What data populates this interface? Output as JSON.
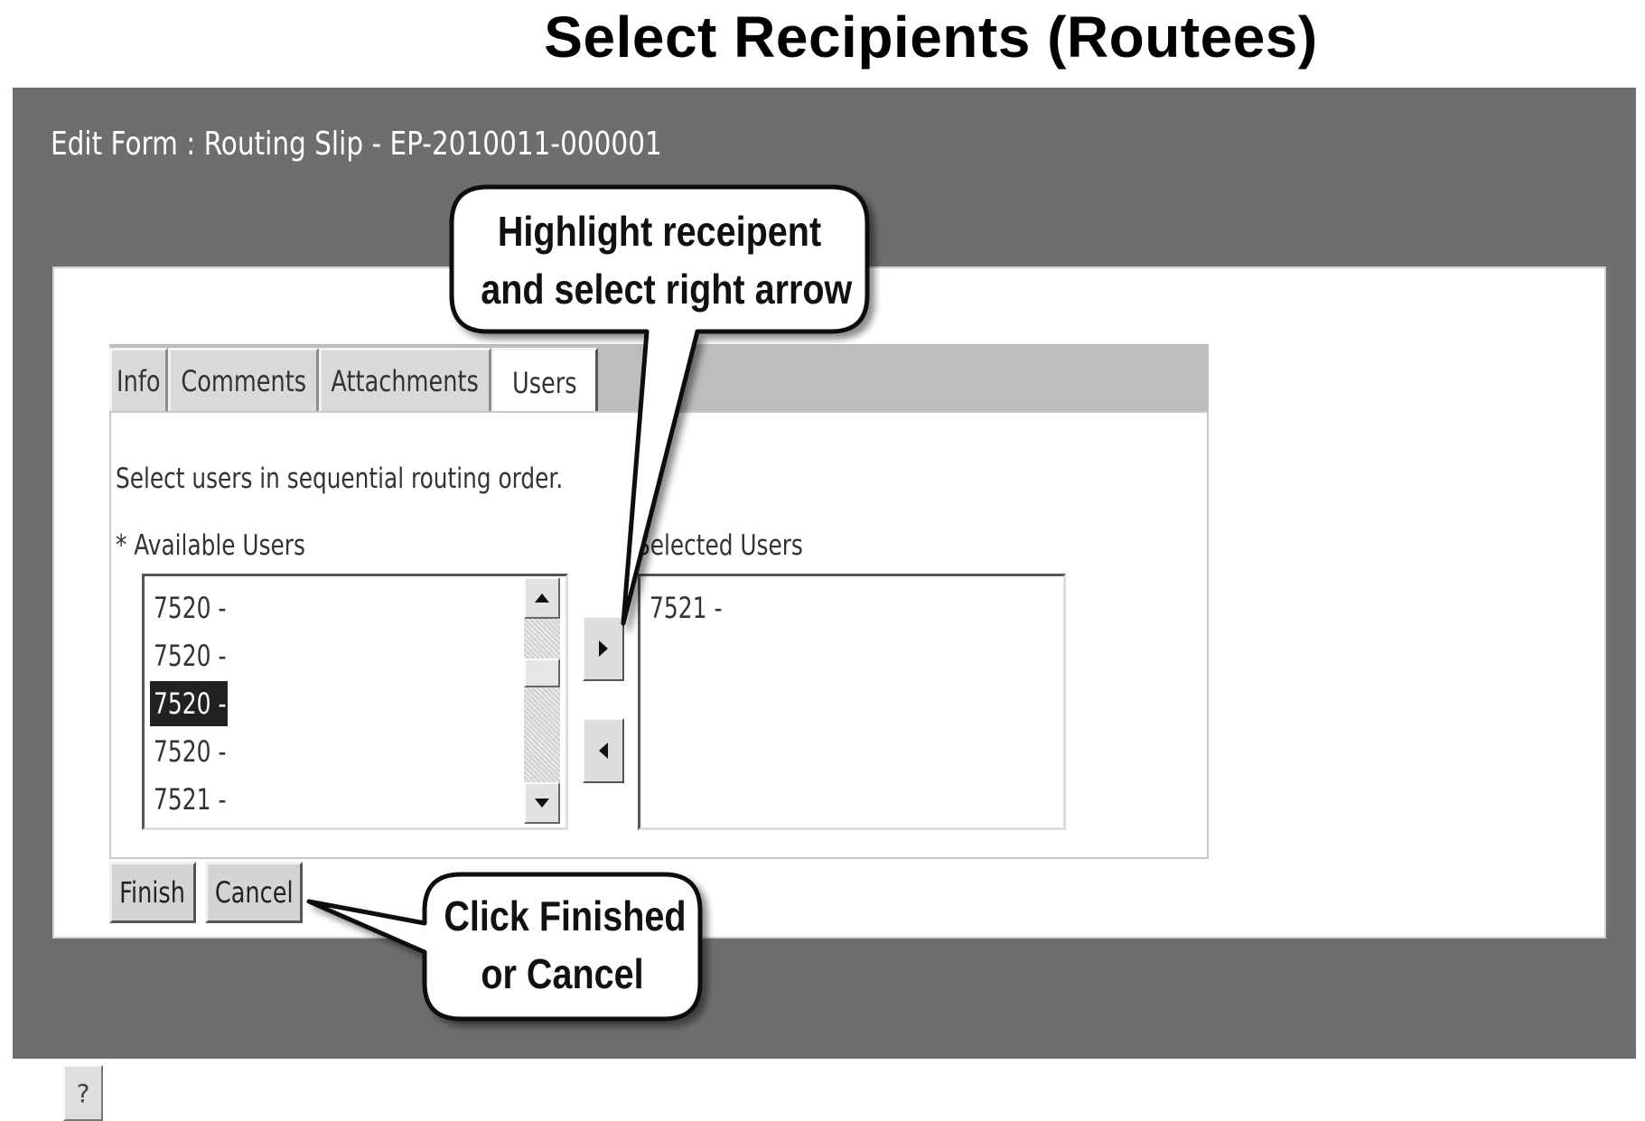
{
  "page_title": "Select Recipients (Routees)",
  "window": {
    "title": "Edit Form :  Routing Slip - EP-2010011-000001"
  },
  "tabs": [
    {
      "label": "Info"
    },
    {
      "label": "Comments"
    },
    {
      "label": "Attachments"
    },
    {
      "label": "Users",
      "active": true
    }
  ],
  "users_tab": {
    "instruction": "Select  users in sequential routing order.",
    "available_label": "* Available Users",
    "selected_label": "Selected Users",
    "available_users": [
      {
        "label": "7520 -"
      },
      {
        "label": "7520 -"
      },
      {
        "label": "7520 -",
        "highlighted": true
      },
      {
        "label": "7520 -"
      },
      {
        "label": "7521 -"
      }
    ],
    "selected_users": [
      {
        "label": "7521 -"
      }
    ],
    "add_arrow_icon": "triangle-right-icon",
    "remove_arrow_icon": "triangle-left-icon"
  },
  "buttons": {
    "finish": "Finish",
    "cancel": "Cancel",
    "help": "?"
  },
  "callouts": {
    "highlight_line1": "Highlight receipent",
    "highlight_line2": "and select right arrow",
    "finish_line1": "Click Finished",
    "finish_line2": "or Cancel"
  },
  "colors": {
    "window_background": "#6e6e6e",
    "tab_strip": "#bdbdbd",
    "highlight": "#222222"
  }
}
